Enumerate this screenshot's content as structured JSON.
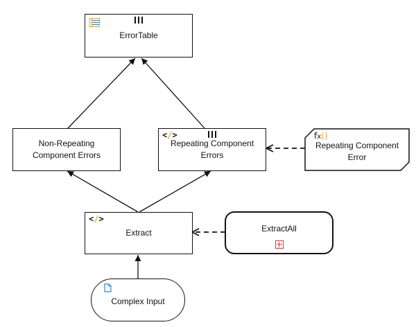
{
  "diagram": {
    "nodes": {
      "error_table": {
        "label": "ErrorTable",
        "icons": [
          "table-icon",
          "bars-icon"
        ]
      },
      "non_repeating": {
        "label": "Non-Repeating Component Errors",
        "icons": []
      },
      "repeating": {
        "label": "Repeating Component Errors",
        "icons": [
          "code-icon",
          "bars-icon"
        ]
      },
      "repeating_error": {
        "label": "Repeating Component Error",
        "icons": [
          "fx-icon"
        ]
      },
      "extract": {
        "label": "Extract",
        "icons": [
          "code-icon"
        ]
      },
      "extract_all": {
        "label": "ExtractAll",
        "icons": [
          "expand-plus-icon"
        ]
      },
      "complex_input": {
        "label": "Complex Input",
        "icons": [
          "document-icon"
        ]
      }
    },
    "edges": [
      {
        "from": "non_repeating",
        "to": "error_table",
        "style": "solid"
      },
      {
        "from": "repeating",
        "to": "error_table",
        "style": "solid"
      },
      {
        "from": "extract",
        "to": "non_repeating",
        "style": "solid"
      },
      {
        "from": "extract",
        "to": "repeating",
        "style": "solid"
      },
      {
        "from": "complex_input",
        "to": "extract",
        "style": "solid"
      },
      {
        "from": "repeating_error",
        "to": "repeating",
        "style": "dashed"
      },
      {
        "from": "extract_all",
        "to": "extract",
        "style": "dashed"
      }
    ],
    "colors": {
      "stroke": "#111111",
      "icon_orange": "#e8a317",
      "icon_blue": "#3778c2",
      "icon_red": "#d9363e",
      "doc_icon": "#2a8fc7"
    }
  }
}
